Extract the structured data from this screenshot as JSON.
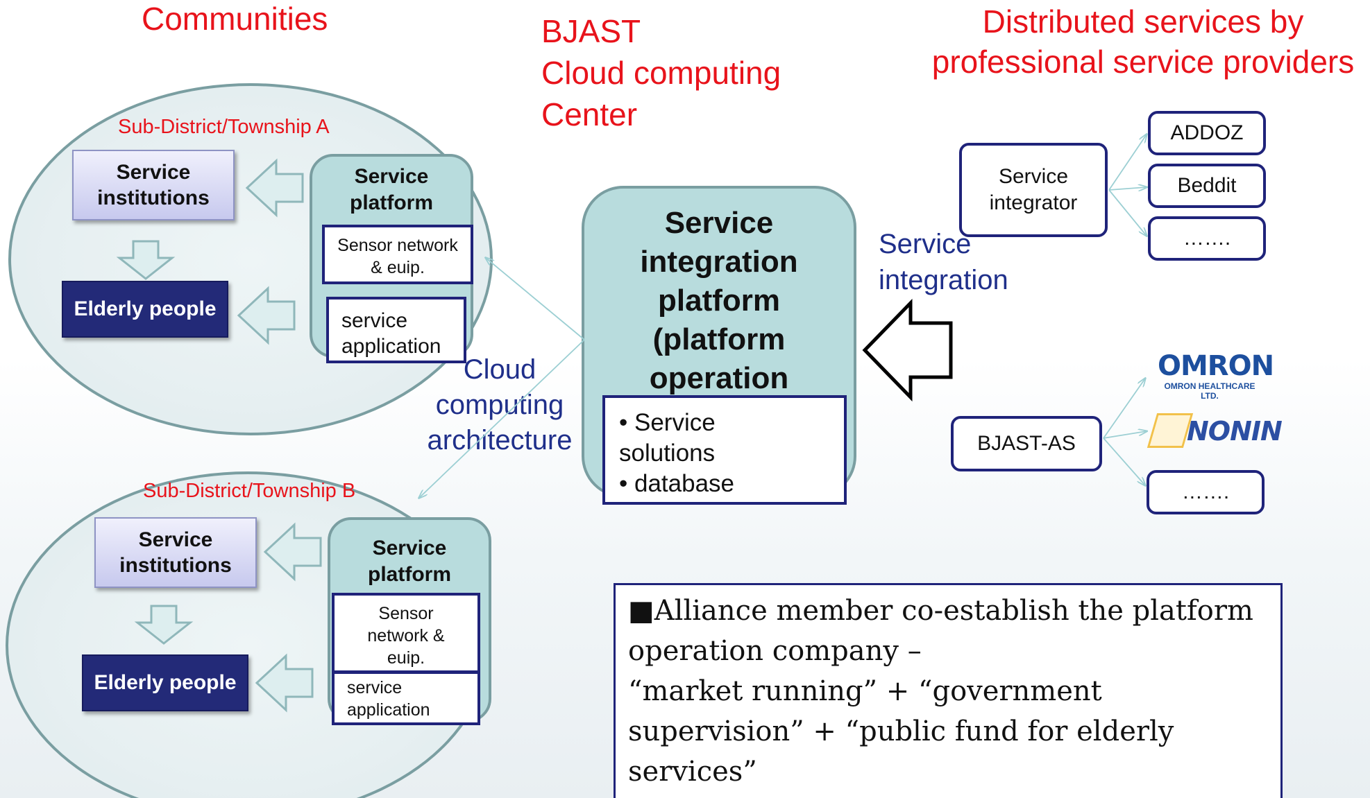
{
  "headers": {
    "communities": "Communities",
    "bjast_line1": "BJAST",
    "bjast_line2": "Cloud computing",
    "bjast_line3": "Center",
    "distributed_line1": "Distributed services by",
    "distributed_line2": "professional service providers"
  },
  "township_a": {
    "label": "Sub-District/Township A",
    "service_institutions": "Service institutions",
    "elderly_people": "Elderly people",
    "platform_title": "Service platform",
    "sensor": "Sensor network & euip.",
    "application": "service application"
  },
  "township_b": {
    "label": "Sub-District/Township B",
    "service_institutions": "Service institutions",
    "elderly_people": "Elderly people",
    "platform_title": "Service platform",
    "sensor": "Sensor network & euip.",
    "application": "service application"
  },
  "center": {
    "title_line1": "Service",
    "title_line2": "integration",
    "title_line3": "platform",
    "title_line4": "(platform",
    "title_line5": "operation",
    "bullet1_line1": "•  Service",
    "bullet1_line2": "solutions",
    "bullet2": "•  database",
    "cloud_line1": "Cloud",
    "cloud_line2": "computing",
    "cloud_line3": "architecture",
    "integration_line1": "Service",
    "integration_line2": "integration"
  },
  "providers": {
    "integrator": "Service integrator",
    "integrator_items": [
      "ADDOZ",
      "Beddit",
      "……."
    ],
    "bjast_as": "BJAST-AS",
    "omron_logo": "OMRON",
    "omron_sub": "OMRON HEALTHCARE LTD.",
    "nonin_logo": "NONIN",
    "bjast_more": "……."
  },
  "note": {
    "line1": "■Alliance member co-establish the platform",
    "line2": "operation company –",
    "line3": " “market running” + “government",
    "line4": "supervision” + “public fund for elderly",
    "line5": "services”"
  },
  "colors": {
    "header_red": "#e8131b",
    "navy": "#1f237a",
    "teal_fill": "#b8dcdd",
    "teal_border": "#7a9ea1",
    "elderly_fill": "#232a78"
  }
}
